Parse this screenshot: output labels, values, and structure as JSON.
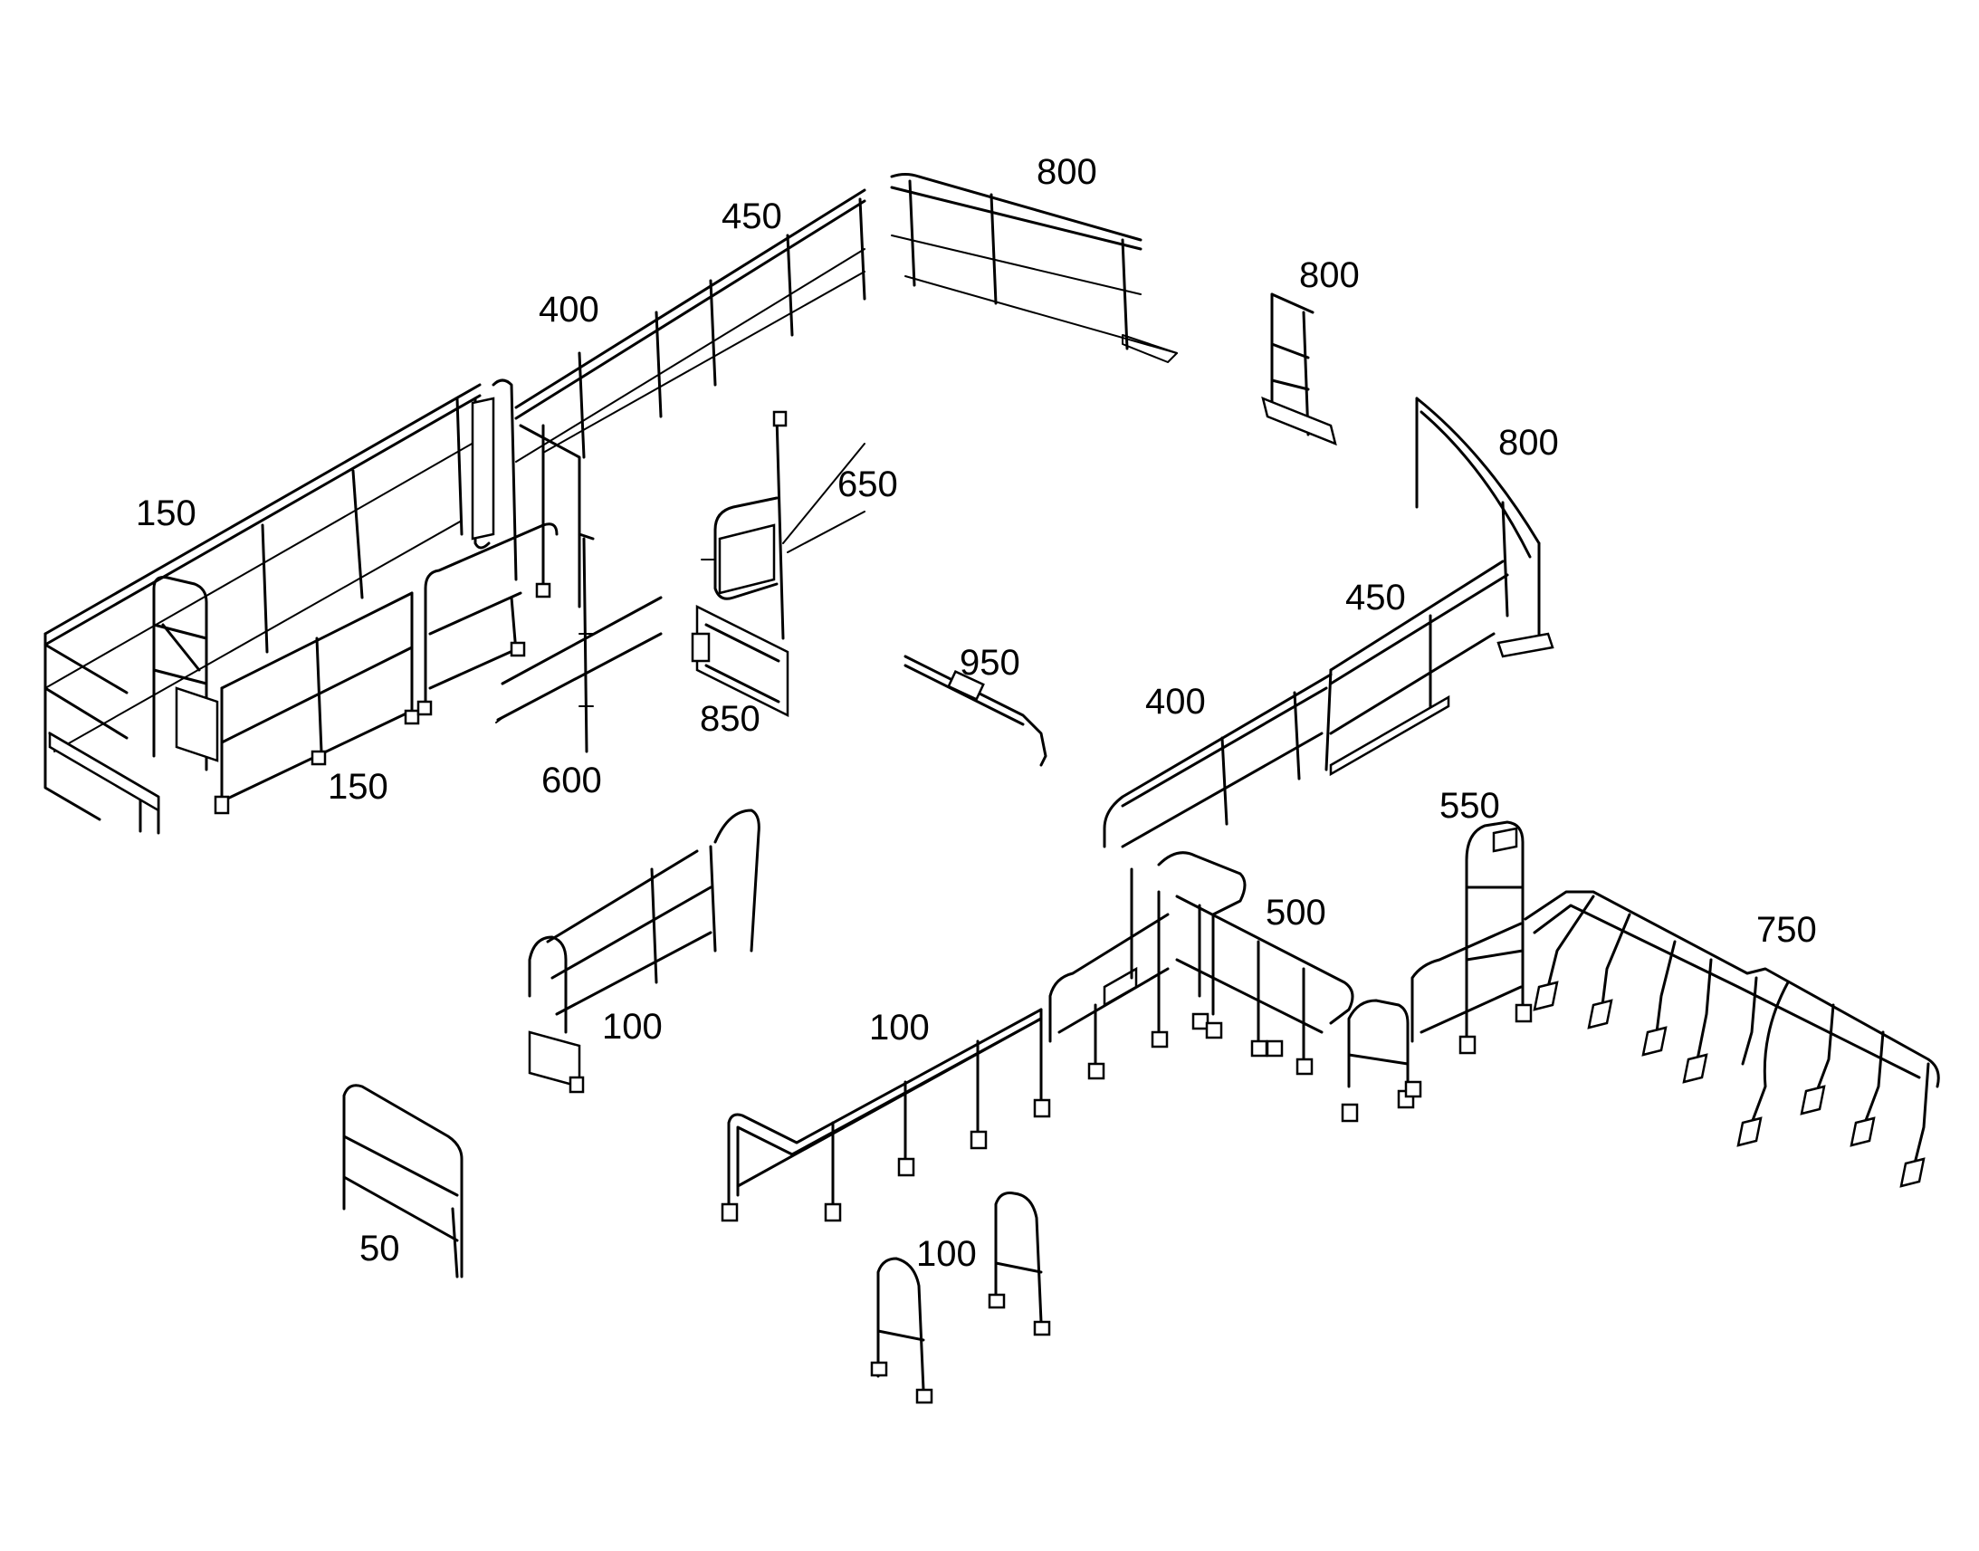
{
  "callouts": {
    "c800_top": "800",
    "c450_top": "450",
    "c400_top": "400",
    "c800_post": "800",
    "c800_right": "800",
    "c150_left": "150",
    "c650": "650",
    "c450_right": "450",
    "c950": "950",
    "c850": "850",
    "c400_right": "400",
    "c150_lower": "150",
    "c600": "600",
    "c550": "550",
    "c500": "500",
    "c750": "750",
    "c100_left": "100",
    "c100_mid": "100",
    "c50": "50",
    "c100_bottom": "100"
  }
}
